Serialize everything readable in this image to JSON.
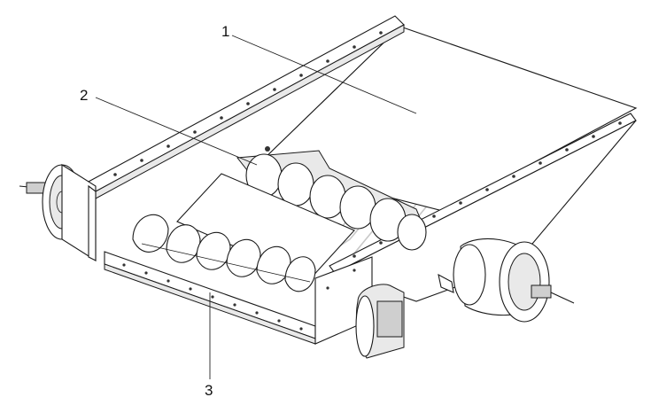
{
  "callouts": [
    {
      "id": "1",
      "text": "1"
    },
    {
      "id": "2",
      "text": "2"
    },
    {
      "id": "3",
      "text": "3"
    }
  ],
  "colors": {
    "line": "#1a1a1a",
    "watermark": "#c8c8c8",
    "background": "#ffffff"
  },
  "icons": [
    "watermark-logo-icon"
  ]
}
